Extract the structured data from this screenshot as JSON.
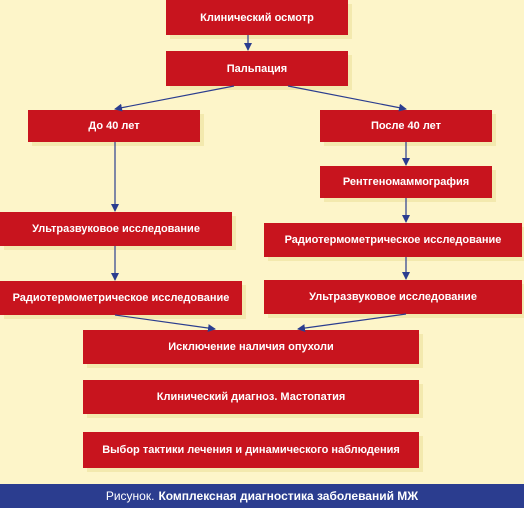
{
  "colors": {
    "background": "#FDF5C9",
    "box_fill": "#C8141E",
    "box_shadow": "#F3E9AE",
    "box_text": "#FFFFFF",
    "arrow": "#2B3D8F",
    "caption_bar": "#2B3D8F"
  },
  "nodes": {
    "clinical_exam": "Клинический осмотр",
    "palpation": "Пальпация",
    "under_40": "До 40 лет",
    "over_40": "После 40 лет",
    "x_ray_mammography": "Рентгеномаммография",
    "ultrasound_left": "Ультразвуковое исследование",
    "radiothermometry_right": "Радиотермометрическое исследование",
    "radiothermometry_left": "Радиотермометрическое исследование",
    "ultrasound_right": "Ультразвуковое исследование",
    "tumor_exclusion": "Исключение наличия опухоли",
    "clinical_diagnosis": "Клинический диагноз. Мастопатия",
    "treatment_choice": "Выбор тактики лечения и динамического наблюдения"
  },
  "caption": {
    "label": "Рисунок.",
    "title": "Комплексная диагностика заболеваний МЖ"
  }
}
